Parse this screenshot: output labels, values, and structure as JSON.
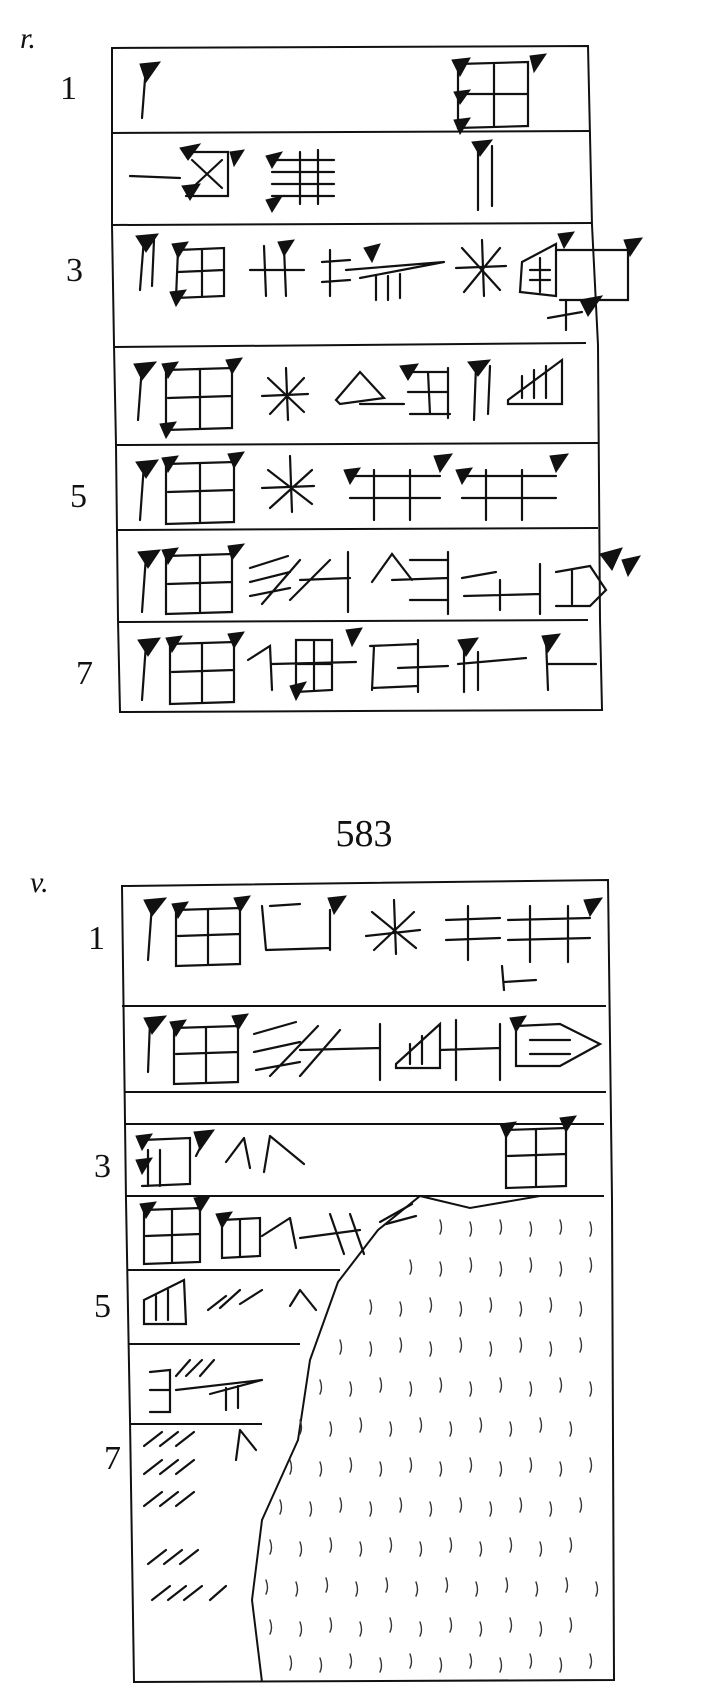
{
  "obverse": {
    "face_label": "r.",
    "line_numbers": [
      "1",
      "3",
      "5",
      "7"
    ]
  },
  "plate": {
    "number": "583"
  },
  "reverse": {
    "face_label": "v.",
    "line_numbers": [
      "1",
      "3",
      "5",
      "7"
    ]
  }
}
